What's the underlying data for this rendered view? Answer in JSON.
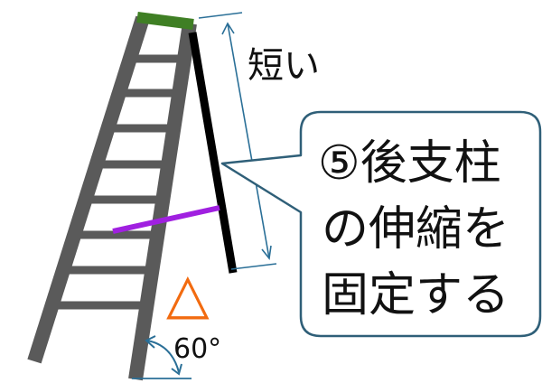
{
  "labels": {
    "length_label": "短い",
    "angle_label": "60°",
    "warning_symbol": "△"
  },
  "callout": {
    "lines": [
      "⑤後支柱",
      "の伸縮を",
      "固定する"
    ]
  },
  "colors": {
    "ladder": "#5a5a5a",
    "ladder_top": "#3f7f24",
    "rear_strut": "#000000",
    "brace": "#a020e0",
    "dimension": "#2a6f97",
    "warning": "#f26b10",
    "callout_border": "#2f5f78",
    "text": "#111111"
  },
  "icons": {
    "warning": "warning-triangle-icon"
  }
}
